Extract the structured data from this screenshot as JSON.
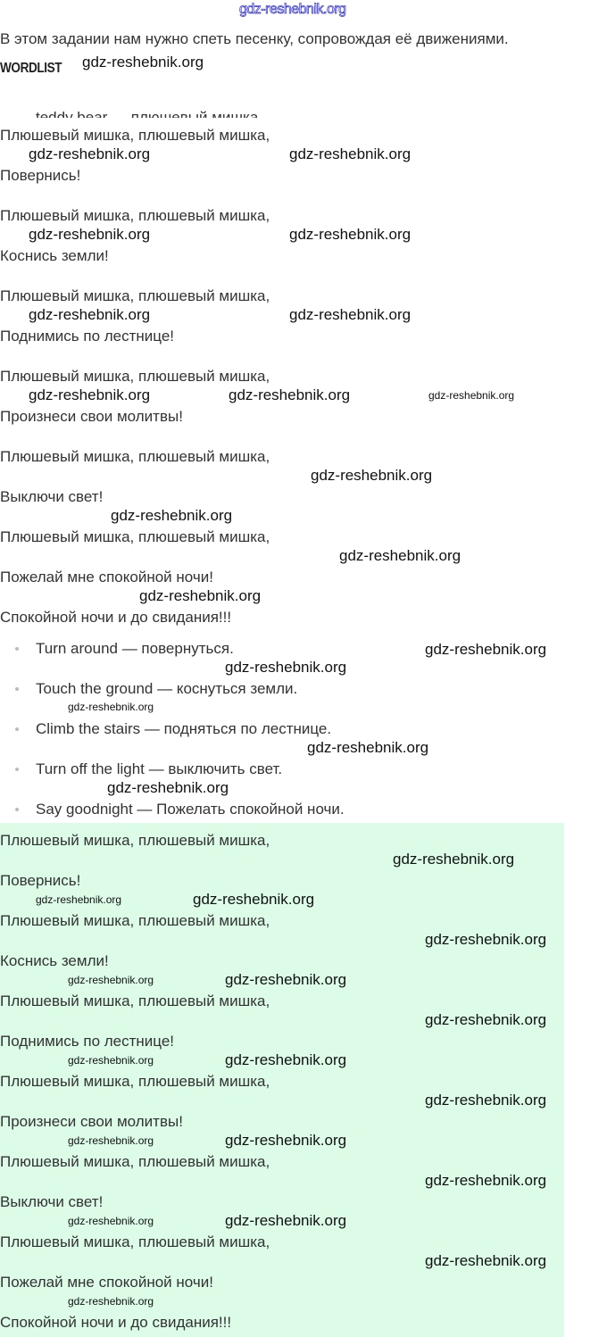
{
  "watermark": "gdz-reshebnik.org",
  "intro": "В этом задании нам нужно спеть песенку, сопровождая её движениями.",
  "wordlist_heading": "WORDLIST",
  "wordlist_clipped": "teddy bear — плюшевый мишка",
  "song": [
    "Плюшевый мишка, плюшевый мишка,",
    "Повернись!",
    "Плюшевый мишка, плюшевый мишка,",
    "Коснись земли!",
    "Плюшевый мишка, плюшевый мишка,",
    "Поднимись по лестнице!",
    "Плюшевый мишка, плюшевый мишка,",
    "Произнеси свои молитвы!",
    "Плюшевый мишка, плюшевый мишка,",
    "Выключи свет!",
    "Плюшевый мишка, плюшевый мишка,",
    "Пожелай мне спокойной ночи!",
    "Спокойной ночи и до свидания!!!"
  ],
  "wordlist": [
    "Turn around — повернуться.",
    "Touch the ground — коснуться земли.",
    "Climb the stairs — подняться по лестнице.",
    "Turn off the light — выключить свет.",
    "Say goodnight — Пожелать спокойной ночи."
  ],
  "highlight_color": "#dcfce8"
}
